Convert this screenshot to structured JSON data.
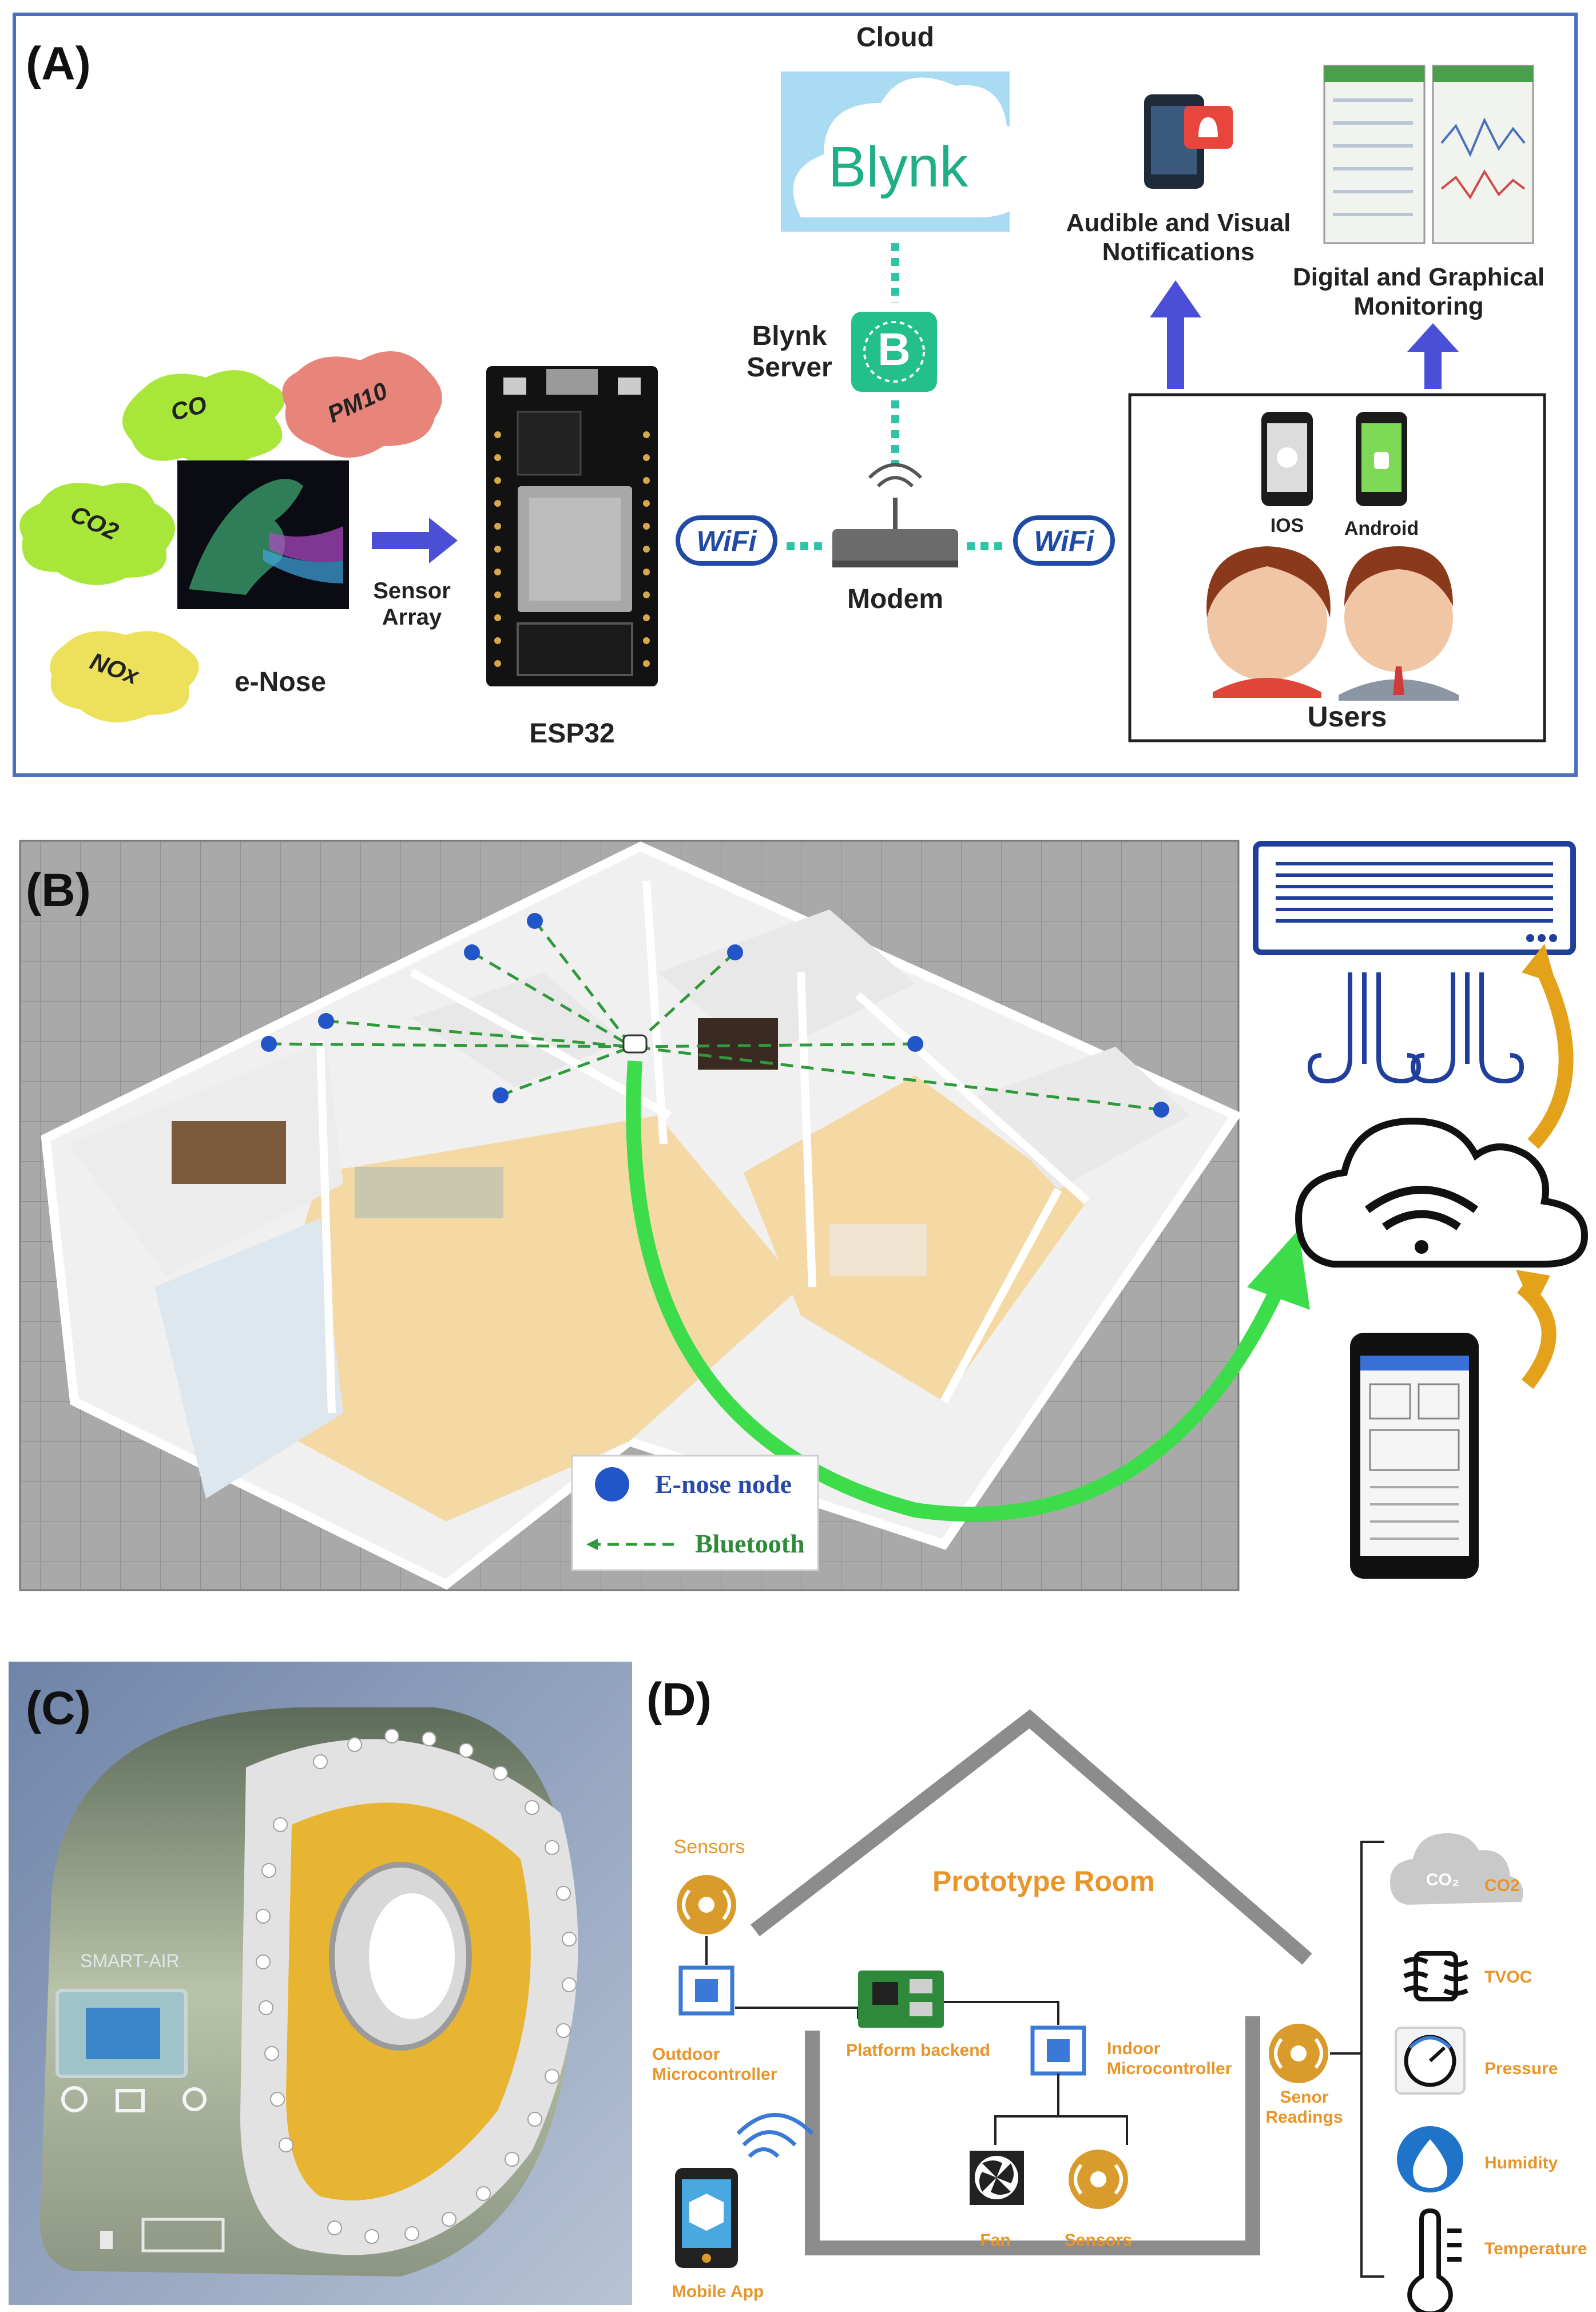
{
  "panel_labels": {
    "a": "(A)",
    "b": "(B)",
    "c": "(C)",
    "d": "(D)"
  },
  "panel_a": {
    "gases": [
      "CO",
      "PM10",
      "CO2",
      "NOx"
    ],
    "enose_label": "e-Nose",
    "sensor_array_label": "Sensor\nArray",
    "esp32_label": "ESP32",
    "cloud_label": "Cloud",
    "blynk_logo_text": "Blynk",
    "blynk_server_label": "Blynk\nServer",
    "blynk_icon_letter": "B",
    "wifi_text": "WiFi",
    "modem_label": "Modem",
    "notifications_label": "Audible and Visual\nNotifications",
    "monitoring_label": "Digital and Graphical\nMonitoring",
    "ios_label": "IOS",
    "android_label": "Android",
    "users_label": "Users"
  },
  "panel_b": {
    "legend_node": "E-nose node",
    "legend_bluetooth": "Bluetooth"
  },
  "panel_c": {
    "device_brand": "SMART-AIR"
  },
  "panel_d": {
    "room_title": "Prototype Room",
    "sensors_top": "Sensors",
    "outdoor_mc": "Outdoor\nMicrocontroller",
    "platform_backend": "Platform backend",
    "indoor_mc": "Indoor\nMicrocontroller",
    "fan": "Fan",
    "sensors_bottom": "Sensors",
    "mobile_app": "Mobile App",
    "senor_readings": "Senor\nReadings",
    "readings": [
      "CO2",
      "TVOC",
      "Pressure",
      "Humidity",
      "Temperature"
    ],
    "co2_icon_text": "CO₂"
  },
  "colors": {
    "frame_blue": "#4a6fc1",
    "arrow_blue": "#4a4fd6",
    "teal_dots": "#2ec4a6",
    "orange": "#e8952a",
    "green_arrow": "#3ddc4a",
    "gold_arrow": "#e3a21a"
  }
}
